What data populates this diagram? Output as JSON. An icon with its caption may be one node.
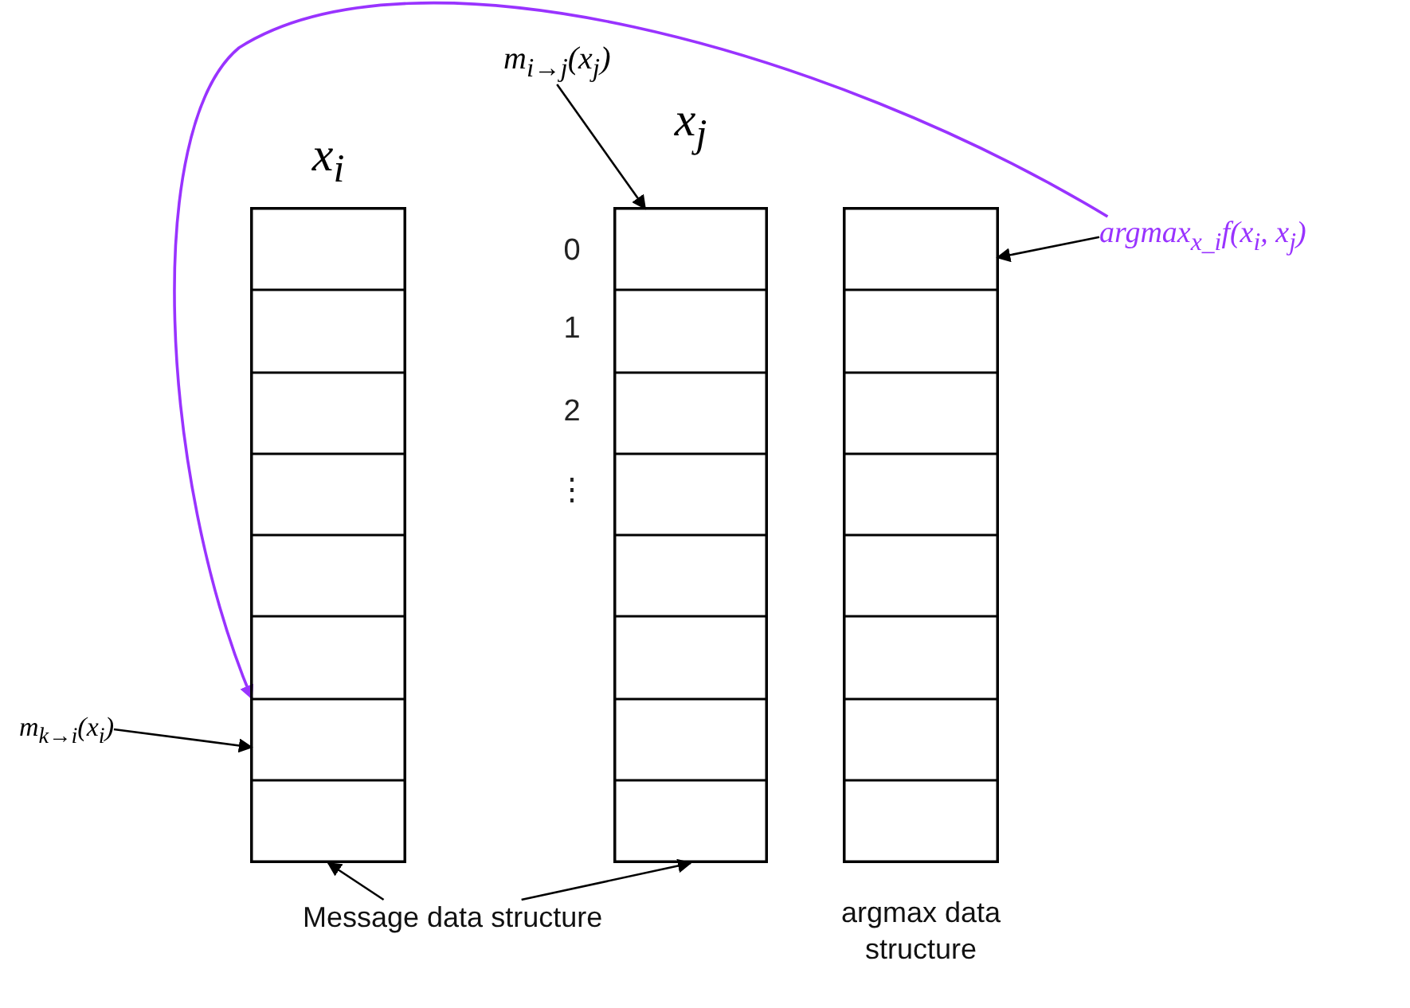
{
  "diagram": {
    "nodes": [
      {
        "text": [
          "x$_{i}$"
        ]
      },
      {
        "text": [],
        "shape": "box",
        "in": 0
      },
      {
        "text": [],
        "shape": "box",
        "in": 0
      },
      {
        "text": [],
        "shape": "box",
        "in": 0
      },
      {
        "text": [],
        "shape": "box",
        "in": 0
      },
      {
        "text": [],
        "shape": "box",
        "in": 0
      },
      {
        "text": [],
        "shape": "box",
        "in": 0
      },
      {
        "text": [],
        "shape": "box",
        "in": 0
      },
      {
        "text": [],
        "shape": "box",
        "in": 0
      },
      {
        "text": [
          "x$_{j}$"
        ]
      },
      {
        "text": [],
        "shape": "box",
        "in": 9
      },
      {
        "text": [],
        "shape": "box",
        "in": 9
      },
      {
        "text": [],
        "shape": "box",
        "in": 9
      },
      {
        "text": [],
        "shape": "box",
        "in": 9
      },
      {
        "text": [],
        "shape": "box",
        "in": 9
      },
      {
        "text": [],
        "shape": "box",
        "in": 9
      },
      {
        "text": [],
        "shape": "box",
        "in": 9
      },
      {
        "text": [],
        "shape": "box",
        "in": 9
      },
      {
        "text": [],
        "shape": "box",
        "beside": [
          "argmax data structure"
        ]
      },
      {
        "text": [],
        "shape": "box",
        "in": 18
      },
      {
        "text": [],
        "shape": "box",
        "in": 18
      },
      {
        "text": [],
        "shape": "box",
        "in": 18
      },
      {
        "text": [],
        "shape": "box",
        "in": 18
      },
      {
        "text": [],
        "shape": "box",
        "in": 18
      },
      {
        "text": [],
        "shape": "box",
        "in": 18
      },
      {
        "text": [],
        "shape": "box",
        "in": 18
      },
      {
        "text": [],
        "shape": "box",
        "in": 18
      },
      {
        "text": [
          "m$_{i→j}$(x$_{j}$)"
        ]
      },
      {
        "text": [
          "argmax$_{x_i}$f(x$_{i}$, x$_{j}$)"
        ]
      },
      {
        "text": [
          "m$_{k→i}$(x$_{i}$)"
        ]
      },
      {
        "text": [
          "Message data structure"
        ]
      }
    ],
    "edges": [
      {
        "from": 27,
        "to": 10,
        "arrow": "to"
      },
      {
        "from": 28,
        "to": 19,
        "arrow": "to"
      },
      {
        "from": 29,
        "to": 7,
        "arrow": "to"
      },
      {
        "from": 30,
        "to": 0,
        "arrow": "to"
      },
      {
        "from": 30,
        "to": 9,
        "arrow": "to"
      },
      {
        "from": 28,
        "to": 7,
        "arrow": "to",
        "color": "#9933ff"
      }
    ],
    "labels": [
      "0",
      "1",
      "2",
      "⋮"
    ]
  }
}
